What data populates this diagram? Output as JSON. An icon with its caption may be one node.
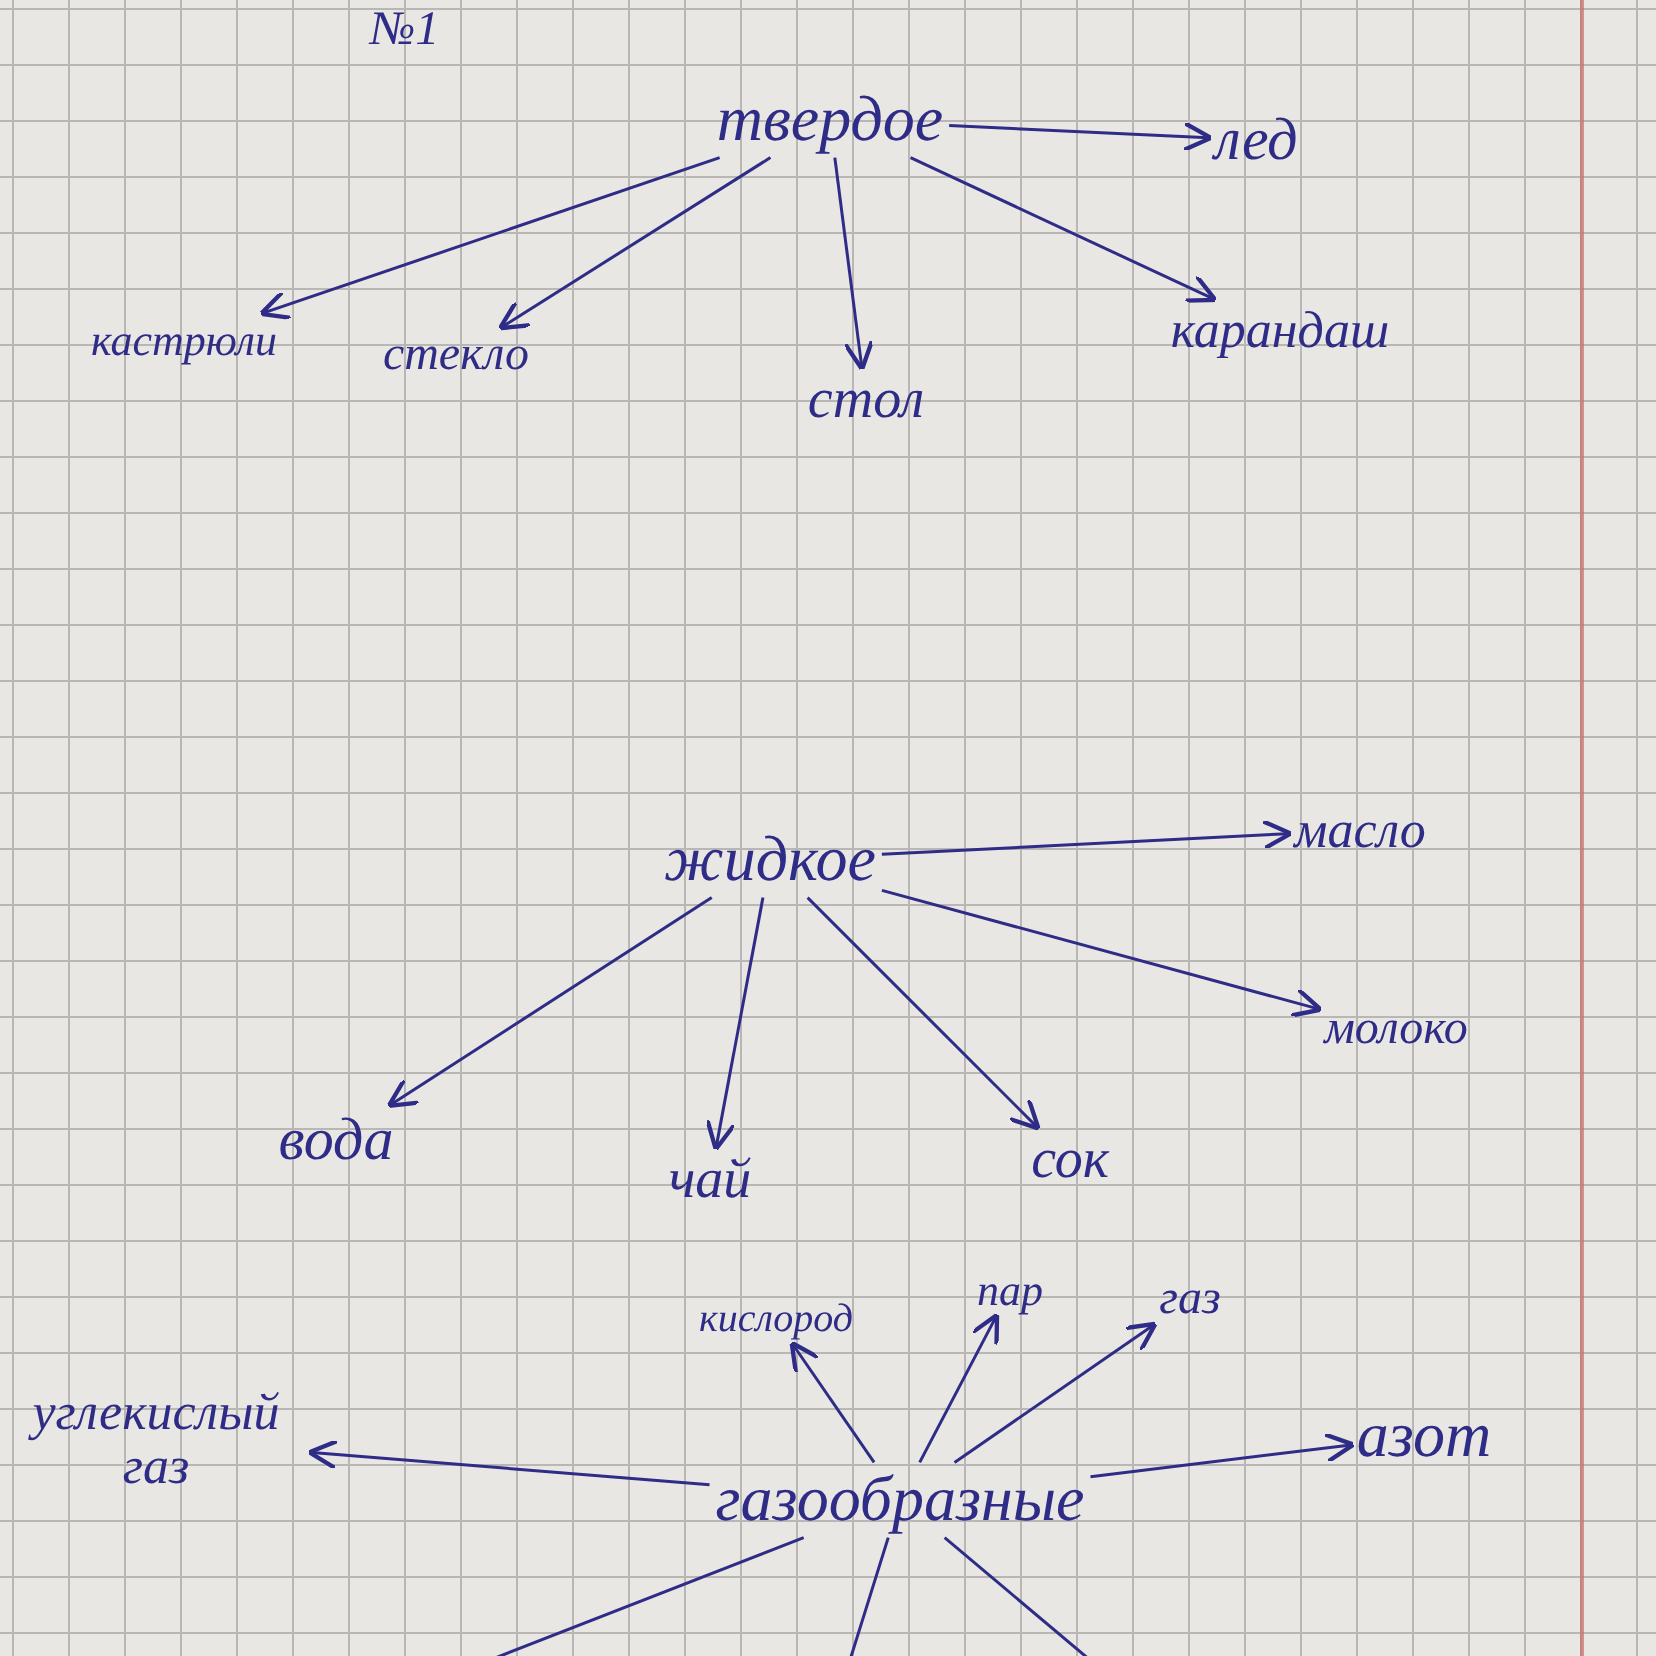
{
  "diagram": {
    "nodes": [
      {
        "text": [
          "твердое"
        ]
      },
      {
        "text": [
          "лед"
        ]
      },
      {
        "text": [
          "кастрюли"
        ]
      },
      {
        "text": [
          "стекло"
        ]
      },
      {
        "text": [
          "стол"
        ]
      },
      {
        "text": [
          "карандаш"
        ]
      },
      {
        "text": [
          "жидкое"
        ]
      },
      {
        "text": [
          "масло"
        ]
      },
      {
        "text": [
          "молоко"
        ]
      },
      {
        "text": [
          "вода"
        ]
      },
      {
        "text": [
          "чай"
        ]
      },
      {
        "text": [
          "сок"
        ]
      },
      {
        "text": [
          "газообразные"
        ]
      },
      {
        "text": [
          "углекислый газ"
        ]
      },
      {
        "text": [
          "кислород"
        ]
      },
      {
        "text": [
          "пар"
        ]
      },
      {
        "text": [
          "газ"
        ]
      },
      {
        "text": [
          "азот"
        ]
      }
    ],
    "edges": [
      {
        "from": 0,
        "to": 1,
        "arrow": "to"
      },
      {
        "from": 0,
        "to": 2,
        "arrow": "to"
      },
      {
        "from": 0,
        "to": 3,
        "arrow": "to"
      },
      {
        "from": 0,
        "to": 4,
        "arrow": "to"
      },
      {
        "from": 0,
        "to": 5,
        "arrow": "to"
      },
      {
        "from": 6,
        "to": 7,
        "arrow": "to"
      },
      {
        "from": 6,
        "to": 8,
        "arrow": "to"
      },
      {
        "from": 6,
        "to": 9,
        "arrow": "to"
      },
      {
        "from": 6,
        "to": 10,
        "arrow": "to"
      },
      {
        "from": 6,
        "to": 11,
        "arrow": "to"
      },
      {
        "from": 12,
        "to": 13,
        "arrow": "to"
      },
      {
        "from": 12,
        "to": 14,
        "arrow": "to"
      },
      {
        "from": 12,
        "to": 15,
        "arrow": "to"
      },
      {
        "from": 12,
        "to": 16,
        "arrow": "to"
      },
      {
        "from": 12,
        "to": 17,
        "arrow": "to"
      },
      {
        "from": 12,
        "to": null,
        "arrow": "none"
      },
      {
        "from": 12,
        "to": null,
        "arrow": "none"
      },
      {
        "from": 12,
        "to": null,
        "arrow": "none"
      }
    ],
    "labels": [
      "№1"
    ]
  }
}
